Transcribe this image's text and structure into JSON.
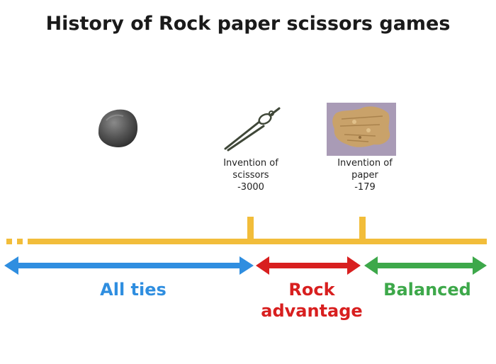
{
  "title": "History of Rock paper scissors games",
  "events": [
    {
      "label_line1": "Invention of",
      "label_line2": "scissors",
      "year": "-3000",
      "icon": "scissors-icon"
    },
    {
      "label_line1": "Invention of",
      "label_line2": "paper",
      "year": "-179",
      "icon": "paper-icon"
    }
  ],
  "rock_icon": "rock-icon",
  "eras": [
    {
      "label": "All ties",
      "color": "#2f8ee0"
    },
    {
      "label_line1": "Rock",
      "label_line2": "advantage",
      "color": "#d81f1f"
    },
    {
      "label": "Balanced",
      "color": "#3da84a"
    }
  ],
  "timeline_color": "#f2bd3a"
}
